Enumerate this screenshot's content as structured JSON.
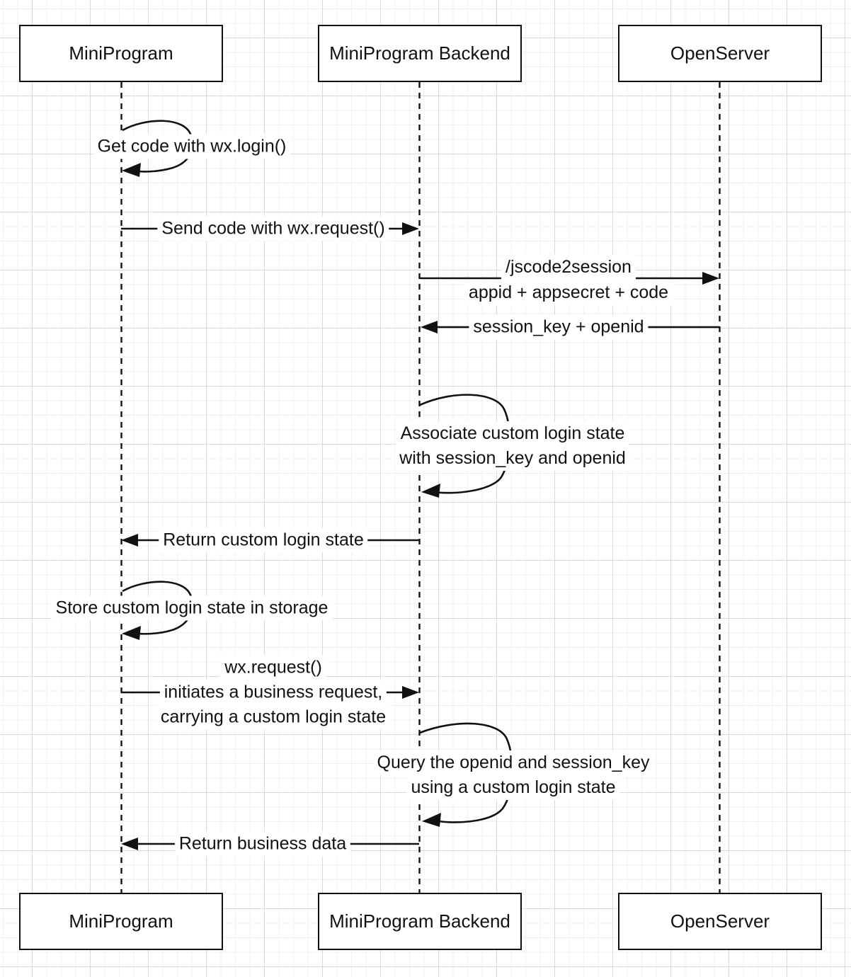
{
  "participants": [
    {
      "name": "MiniProgram"
    },
    {
      "name": "MiniProgram Backend"
    },
    {
      "name": "OpenServer"
    }
  ],
  "messages": [
    {
      "type": "self",
      "from": "MiniProgram",
      "to": "MiniProgram",
      "lines": [
        "Get code with wx.login()"
      ]
    },
    {
      "type": "arrow",
      "from": "MiniProgram",
      "to": "MiniProgram Backend",
      "lines": [
        "Send code with wx.request()"
      ]
    },
    {
      "type": "arrow",
      "from": "MiniProgram Backend",
      "to": "OpenServer",
      "lines": [
        "/jscode2session",
        "appid + appsecret + code"
      ]
    },
    {
      "type": "arrow",
      "from": "OpenServer",
      "to": "MiniProgram Backend",
      "lines": [
        "session_key + openid"
      ]
    },
    {
      "type": "self",
      "from": "MiniProgram Backend",
      "to": "MiniProgram Backend",
      "lines": [
        "Associate custom login state",
        "with session_key and openid"
      ]
    },
    {
      "type": "arrow",
      "from": "MiniProgram Backend",
      "to": "MiniProgram",
      "lines": [
        "Return custom login state"
      ]
    },
    {
      "type": "self",
      "from": "MiniProgram",
      "to": "MiniProgram",
      "lines": [
        "Store custom login state in storage"
      ]
    },
    {
      "type": "arrow",
      "from": "MiniProgram",
      "to": "MiniProgram Backend",
      "lines": [
        "wx.request()",
        "initiates a business request,",
        "carrying a custom login state"
      ]
    },
    {
      "type": "self",
      "from": "MiniProgram Backend",
      "to": "MiniProgram Backend",
      "lines": [
        "Query the openid and session_key",
        "using a custom login state"
      ]
    },
    {
      "type": "arrow",
      "from": "MiniProgram Backend",
      "to": "MiniProgram",
      "lines": [
        "Return business data"
      ]
    }
  ],
  "colors": {
    "line": "#111111",
    "text": "#111111",
    "background": "#ffffff",
    "grid_minor": "#f0f0f0",
    "grid_major": "#d9d9d9",
    "box_fill": "#ffffff"
  }
}
